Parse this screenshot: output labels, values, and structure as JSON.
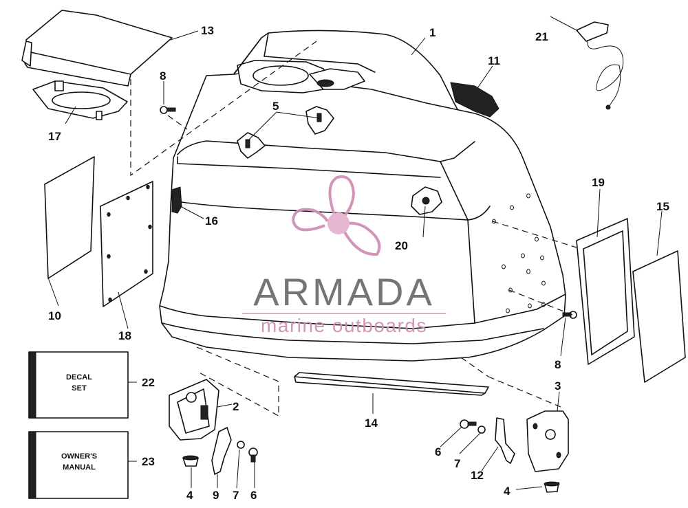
{
  "diagram": {
    "callouts": [
      "1",
      "2",
      "3",
      "4",
      "4",
      "5",
      "6",
      "6",
      "7",
      "7",
      "8",
      "8",
      "9",
      "10",
      "11",
      "12",
      "13",
      "14",
      "15",
      "16",
      "17",
      "18",
      "19",
      "20",
      "21",
      "22",
      "23"
    ],
    "boxes": {
      "decal": [
        "DECAL",
        "SET"
      ],
      "manual": [
        "OWNER'S",
        "MANUAL"
      ]
    }
  },
  "watermark": {
    "title": "ARMADA",
    "subtitle": "marine outboards",
    "colors": {
      "title": "#6e6e6e",
      "accent": "#d08fb4",
      "hub": "#e6b3cf"
    }
  }
}
